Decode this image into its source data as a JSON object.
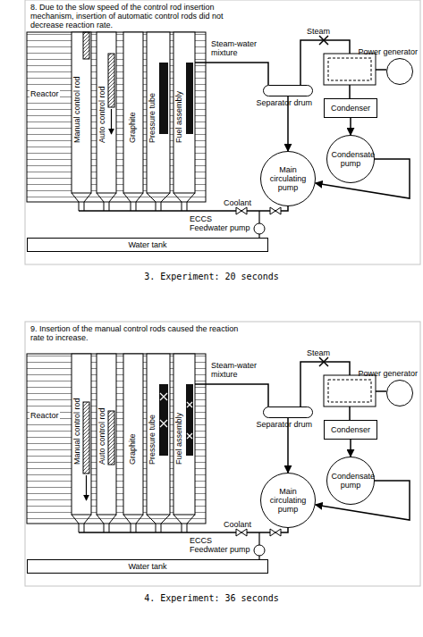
{
  "diagram": {
    "nodes": [
      {
        "text": [
          "Separator drum"
        ]
      },
      {
        "text": [
          "Power generator"
        ]
      },
      {
        "text": [
          "Condenser"
        ]
      },
      {
        "text": [
          "Condensate pump"
        ]
      },
      {
        "text": [
          "Main circulating pump"
        ]
      },
      {
        "text": [
          "Water tank"
        ]
      },
      {
        "text": [
          "Separator drum"
        ]
      },
      {
        "text": [
          "Power generator"
        ]
      },
      {
        "text": [
          "Condenser"
        ]
      },
      {
        "text": [
          "Condensate pump"
        ]
      },
      {
        "text": [
          "Main circulating pump"
        ]
      },
      {
        "text": [
          "Water tank"
        ]
      }
    ],
    "edges": [
      {
        "from": 2,
        "to": 3,
        "arrow": "to"
      },
      {
        "from": 3,
        "to": 4,
        "arrow": "to"
      },
      {
        "from": 0,
        "to": 4,
        "arrow": "to"
      },
      {
        "from": 8,
        "to": 9,
        "arrow": "to"
      },
      {
        "from": 9,
        "to": 10,
        "arrow": "to"
      },
      {
        "from": 6,
        "to": 10,
        "arrow": "to"
      }
    ],
    "labels": [
      "8. Due to the slow speed of the control rod insertion mechanism, insertion of automatic control rods did not decrease reaction rate.",
      "Reactor",
      "Manual control rod",
      "Auto control rod",
      "Graphite",
      "Pressure tube",
      "Fuel assembly",
      "Steam",
      "Steam-water mixture",
      "Coolant",
      "ECCS",
      "Feedwater pump",
      "3. Experiment: 20 seconds",
      "9. Insertion of the manual control rods caused the reaction rate to increase.",
      "Reactor",
      "Manual control rod",
      "Auto control rod",
      "Graphite",
      "Pressure tube",
      "Fuel assembly",
      "Steam",
      "Steam-water mixture",
      "Coolant",
      "ECCS",
      "Feedwater pump",
      "4. Experiment: 36 seconds"
    ]
  }
}
